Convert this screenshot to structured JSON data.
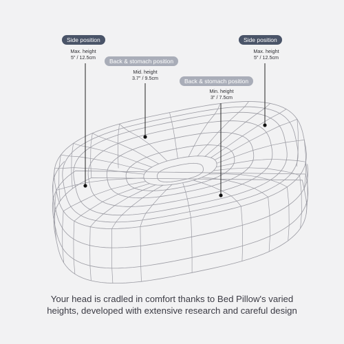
{
  "callouts": [
    {
      "label": "Side position",
      "style": "dark",
      "detail": "Max. height",
      "measure": "5\" / 12.5cm"
    },
    {
      "label": "Back & stomach position",
      "style": "light",
      "detail": "Mid. height",
      "measure": "3.7\" / 9.5cm"
    },
    {
      "label": "Back & stomach position",
      "style": "light",
      "detail": "Min. height",
      "measure": "3\" / 7.5cm"
    },
    {
      "label": "Side position",
      "style": "dark",
      "detail": "Max. height",
      "measure": "5\" / 12.5cm"
    }
  ],
  "caption": {
    "line1": "Your head is cradled in comfort thanks to Bed Pillow's varied",
    "line2": "heights, developed with extensive research and careful design"
  },
  "colors": {
    "background": "#f2f2f3",
    "pill_dark": "#4a5468",
    "pill_light": "#a9adb8",
    "wireframe": "#9a9aa2",
    "leader": "#222222"
  }
}
